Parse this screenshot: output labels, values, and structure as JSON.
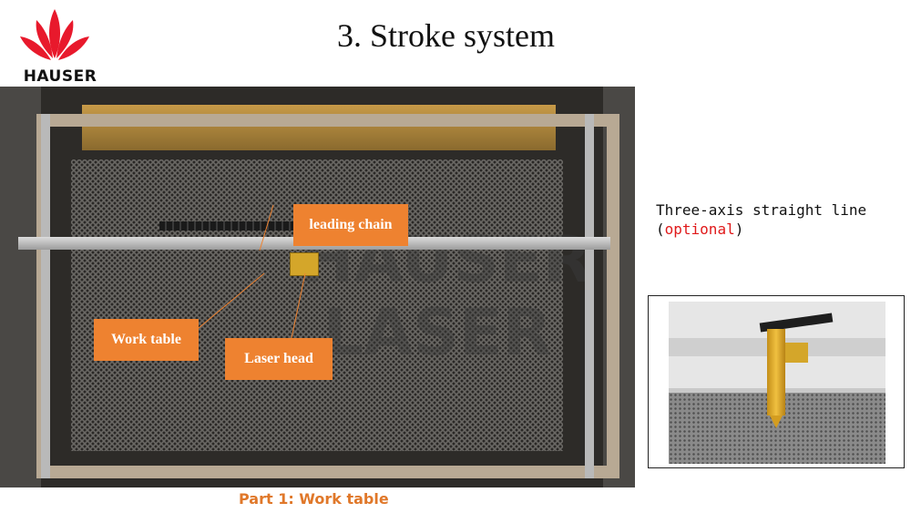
{
  "header": {
    "logo_text": "HAUSER",
    "title": "3. Stroke system"
  },
  "main_photo": {
    "labels": {
      "leading_chain": "leading chain",
      "work_table": "Work table",
      "laser_head": "Laser head"
    },
    "caption": "Part 1: Work table"
  },
  "side_panel": {
    "line1": "Three-axis straight line",
    "paren_open": "(",
    "optional": "optional",
    "paren_close": ")"
  },
  "colors": {
    "accent_orange": "#ee8230",
    "caption_orange": "#e0782a",
    "logo_red": "#e8192c",
    "optional_red": "#e0191a"
  },
  "icons": [
    "lotus-logo-icon"
  ]
}
